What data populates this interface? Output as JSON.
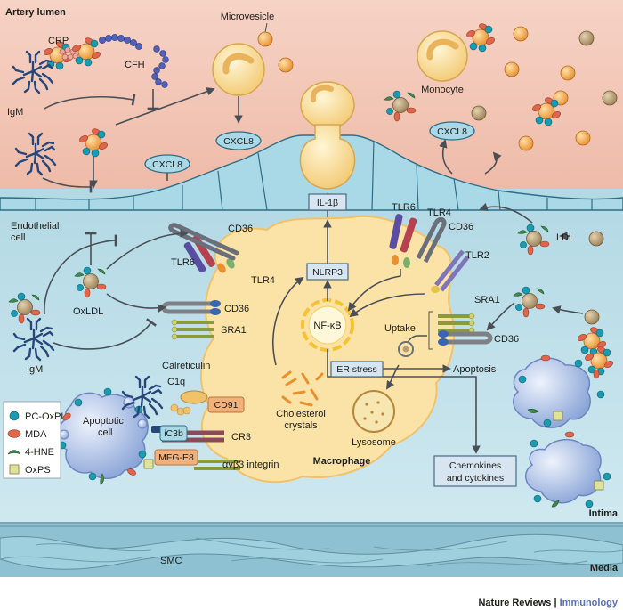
{
  "regions": {
    "artery_lumen": "Artery lumen",
    "intima": "Intima",
    "media": "Media"
  },
  "labels": {
    "crp": "CRP",
    "cfh": "CFH",
    "microvesicle": "Microvesicle",
    "monocyte": "Monocyte",
    "igm_top": "IgM",
    "cxcl8_left": "CXCL8",
    "cxcl8_mid": "CXCL8",
    "cxcl8_right": "CXCL8",
    "endothelial_cell_line1": "Endothelial",
    "endothelial_cell_line2": "cell",
    "il1b": "IL-1β",
    "tlr6_right": "TLR6",
    "tlr4_right": "TLR4",
    "cd36_right": "CD36",
    "tlr2": "TLR2",
    "cd36_left_top": "CD36",
    "tlr6_left": "TLR6",
    "tlr4_left": "TLR4",
    "nlrp3": "NLRP3",
    "oxldl": "OxLDL",
    "ldl": "LDL",
    "cd36_left_mid": "CD36",
    "sra1_left": "SRA1",
    "nfkb": "NF-κB",
    "uptake": "Uptake",
    "sra1_right": "SRA1",
    "cd36_right_low": "CD36",
    "igm_left": "IgM",
    "er_stress": "ER stress",
    "apoptosis": "Apoptosis",
    "calreticulin": "Calreticulin",
    "c1q": "C1q",
    "cd91": "CD91",
    "ic3b": "iC3b",
    "cr3": "CR3",
    "apoptotic_cell_line1": "Apoptotic",
    "apoptotic_cell_line2": "cell",
    "cholesterol_line1": "Cholesterol",
    "cholesterol_line2": "crystals",
    "lysosome": "Lysosome",
    "macrophage": "Macrophage",
    "mfge8": "MFG-E8",
    "avb3": "αvβ3 integrin",
    "chemokines_line1": "Chemokines",
    "chemokines_line2": "and cytokines",
    "smc": "SMC"
  },
  "legend": [
    {
      "label": "PC-OxPL",
      "color": "#1b9bb0"
    },
    {
      "label": "MDA",
      "color": "#e0664b"
    },
    {
      "label": "4-HNE",
      "color": "#3f8a4d"
    },
    {
      "label": "OxPS",
      "color": "#dfe39a"
    }
  ],
  "footer": {
    "journal": "Nature Reviews",
    "separator": " | ",
    "section": "Immunology"
  },
  "colors": {
    "lumen": "#f2c6b6",
    "intima": "#bfe0ea",
    "macrophage": "#fbe3a8",
    "media": "#8cbfce",
    "pc_oxpl": "#1b9bb0",
    "mda": "#e0664b",
    "hne": "#3f8a4d",
    "oxps": "#dfe39a",
    "ldl_core": "#b79e76",
    "microvesicle": "#f19a55",
    "igm": "#27477a",
    "apoptotic": "#b4c6ea"
  },
  "icons": [
    "oxldl-particle",
    "igm-antibody",
    "ldl-particle",
    "microvesicle",
    "crp-pentamer",
    "cfh-chain"
  ]
}
